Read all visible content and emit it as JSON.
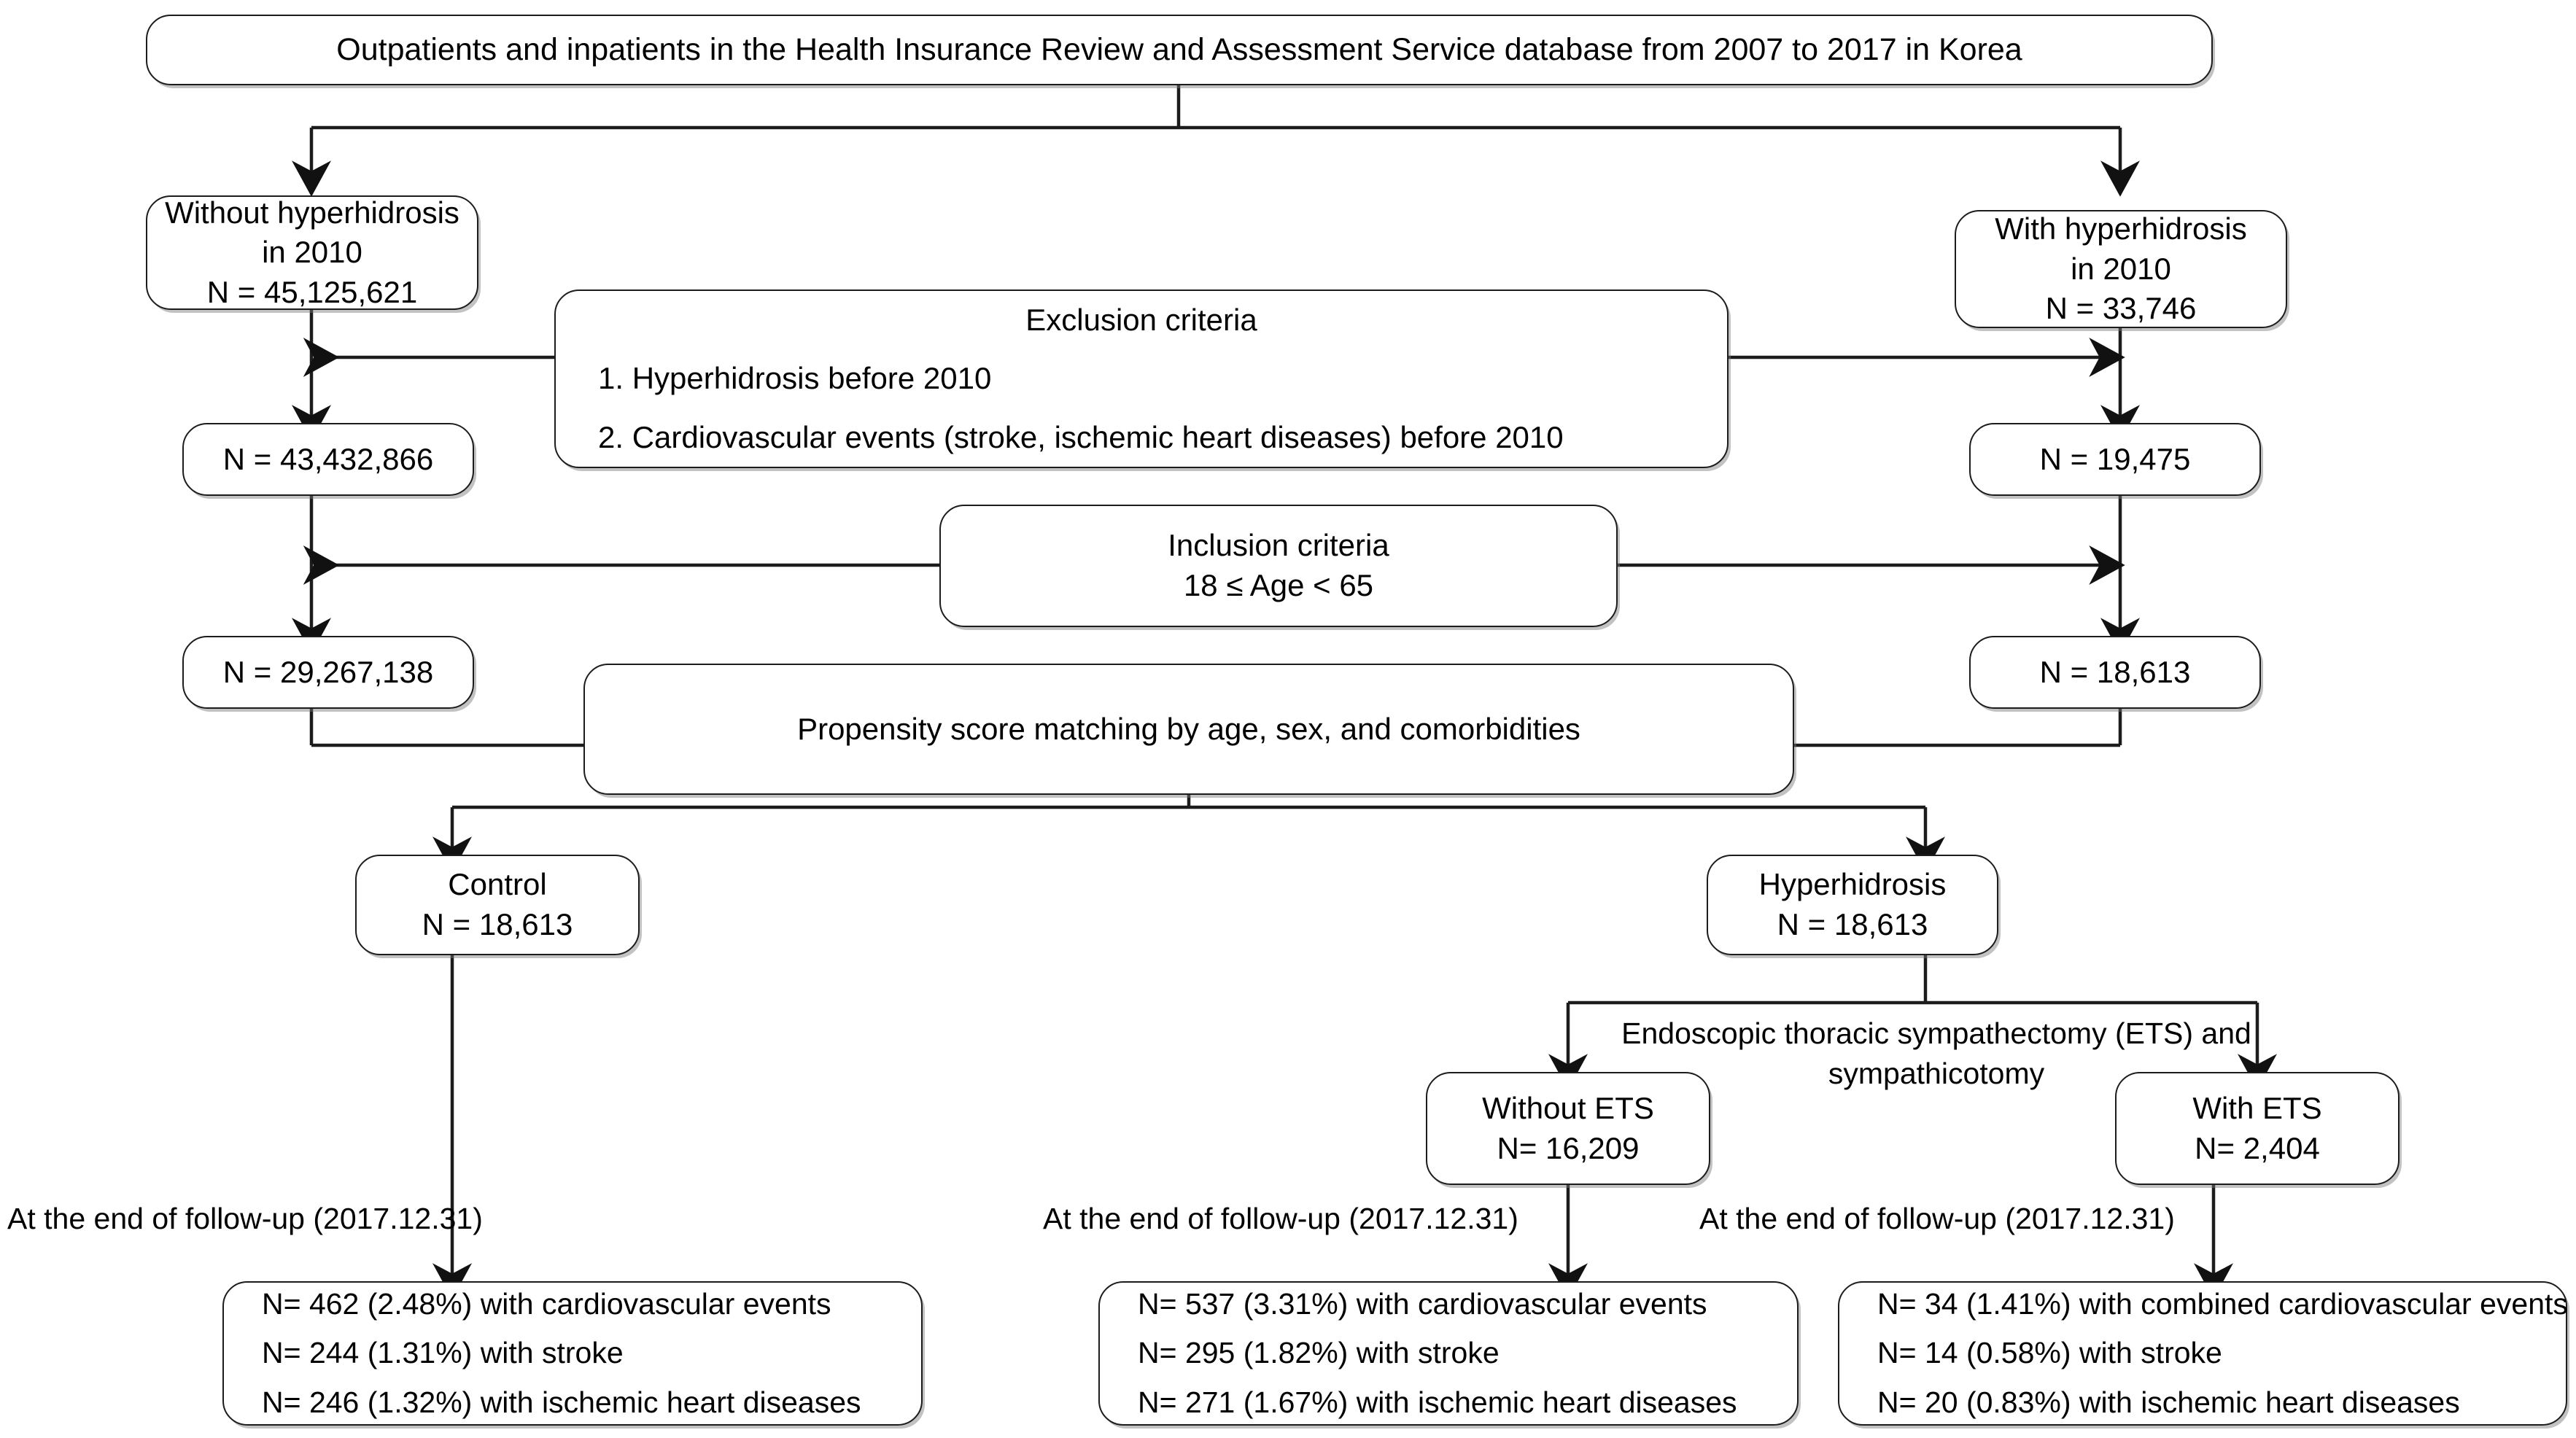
{
  "diagram": {
    "title": "Study population flow diagram",
    "nodes": {
      "source": {
        "lines": [
          "Outpatients and inpatients in the Health Insurance Review and Assessment Service database from 2007 to 2017 in Korea"
        ]
      },
      "without_hyperhidrosis_2010": {
        "lines": [
          "Without hyperhidrosis",
          "in 2010",
          "N = 45,125,621"
        ]
      },
      "with_hyperhidrosis_2010": {
        "lines": [
          "With hyperhidrosis",
          "in 2010",
          "N = 33,746"
        ]
      },
      "exclusion_criteria": {
        "heading": "Exclusion criteria",
        "lines": [
          "1. Hyperhidrosis before 2010",
          "2. Cardiovascular events (stroke, ischemic heart diseases) before 2010"
        ]
      },
      "left_after_exclusion": {
        "lines": [
          "N = 43,432,866"
        ]
      },
      "right_after_exclusion": {
        "lines": [
          "N = 19,475"
        ]
      },
      "inclusion_criteria": {
        "lines": [
          "Inclusion criteria",
          "18 ≤ Age < 65"
        ]
      },
      "left_after_inclusion": {
        "lines": [
          "N = 29,267,138"
        ]
      },
      "right_after_inclusion": {
        "lines": [
          "N = 18,613"
        ]
      },
      "propensity_matching": {
        "lines": [
          "Propensity score matching by age, sex, and comorbidities"
        ]
      },
      "control": {
        "lines": [
          "Control",
          "N = 18,613"
        ]
      },
      "hyperhidrosis": {
        "lines": [
          "Hyperhidrosis",
          "N = 18,613"
        ]
      },
      "ets_split_label": {
        "lines": [
          "Endoscopic thoracic sympathectomy",
          "(ETS) and sympathicotomy"
        ]
      },
      "without_ets": {
        "lines": [
          "Without ETS",
          "N= 16,209"
        ]
      },
      "with_ets": {
        "lines": [
          "With  ETS",
          "N= 2,404"
        ]
      },
      "followup_label_left": {
        "text": "At the end of follow-up (2017.12.31)"
      },
      "followup_label_middle": {
        "text": "At the end of follow-up (2017.12.31)"
      },
      "followup_label_right": {
        "text": "At the end of follow-up (2017.12.31)"
      },
      "outcomes_control": {
        "lines": [
          "N= 462 (2.48%) with cardiovascular events",
          "N= 244 (1.31%) with stroke",
          "N= 246 (1.32%) with ischemic heart diseases"
        ]
      },
      "outcomes_without_ets": {
        "lines": [
          "N= 537 (3.31%) with cardiovascular events",
          "N= 295 (1.82%) with stroke",
          "N= 271 (1.67%) with ischemic heart diseases"
        ]
      },
      "outcomes_with_ets": {
        "lines": [
          "N= 34 (1.41%) with combined cardiovascular events",
          "N= 14 (0.58%) with stroke",
          "N= 20 (0.83%) with ischemic heart diseases"
        ]
      }
    },
    "colors": {
      "background": "#ffffff",
      "stroke": "#1c1c1c",
      "text": "#000000",
      "shadow": "#787878"
    }
  }
}
